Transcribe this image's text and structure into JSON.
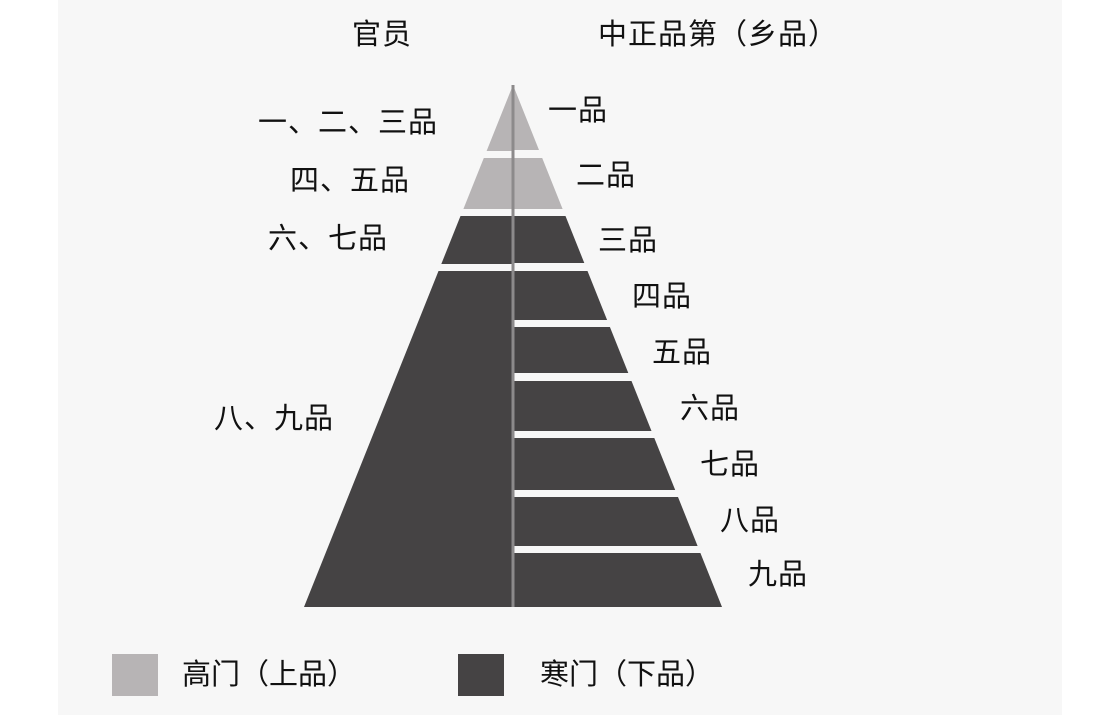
{
  "colors": {
    "upper": "#b7b4b5",
    "lower": "#454344",
    "gap": "#f7f7f7",
    "divider": "#8c8a8b",
    "background": "#f7f7f7"
  },
  "headers": {
    "officials": "官员",
    "rank_system": "中正品第（乡品）"
  },
  "official_grades": [
    {
      "label": "一、二、三品",
      "class": "upper"
    },
    {
      "label": "四、五品",
      "class": "upper"
    },
    {
      "label": "六、七品",
      "class": "lower"
    },
    {
      "label": "八、九品",
      "class": "lower"
    }
  ],
  "township_grades": [
    {
      "label": "一品",
      "class": "upper"
    },
    {
      "label": "二品",
      "class": "upper"
    },
    {
      "label": "三品",
      "class": "lower"
    },
    {
      "label": "四品",
      "class": "lower"
    },
    {
      "label": "五品",
      "class": "lower"
    },
    {
      "label": "六品",
      "class": "lower"
    },
    {
      "label": "七品",
      "class": "lower"
    },
    {
      "label": "八品",
      "class": "lower"
    },
    {
      "label": "九品",
      "class": "lower"
    }
  ],
  "legend": [
    {
      "label": "高门（上品）",
      "class": "upper"
    },
    {
      "label": "寒门（下品）",
      "class": "lower"
    }
  ]
}
